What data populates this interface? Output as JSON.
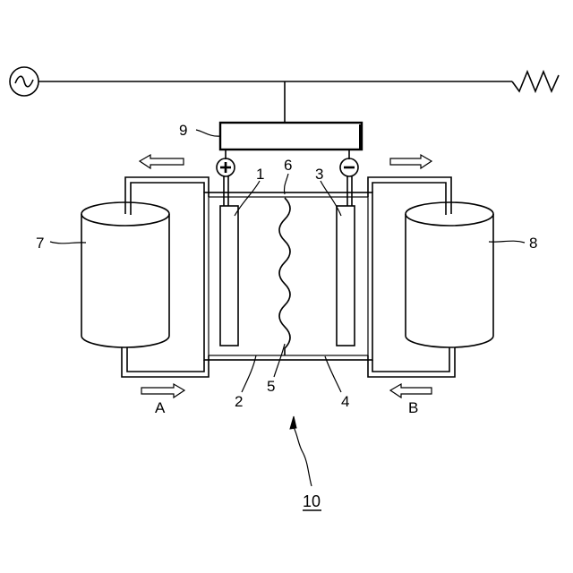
{
  "figure": {
    "reference": "10",
    "labels": {
      "electrode_positive": "1",
      "chamber_positive": "2",
      "electrode_negative": "3",
      "chamber_negative": "4",
      "membrane": "5",
      "cell": "6",
      "tank_left": "7",
      "tank_right": "8",
      "converter": "9",
      "flow_a": "A",
      "flow_b": "B"
    },
    "symbols": {
      "positive_terminal": "+",
      "negative_terminal": "−",
      "ac_source": "~"
    },
    "icons": [
      "ac-source-icon",
      "resistor-icon",
      "arrow-left-icon",
      "arrow-right-icon"
    ]
  }
}
